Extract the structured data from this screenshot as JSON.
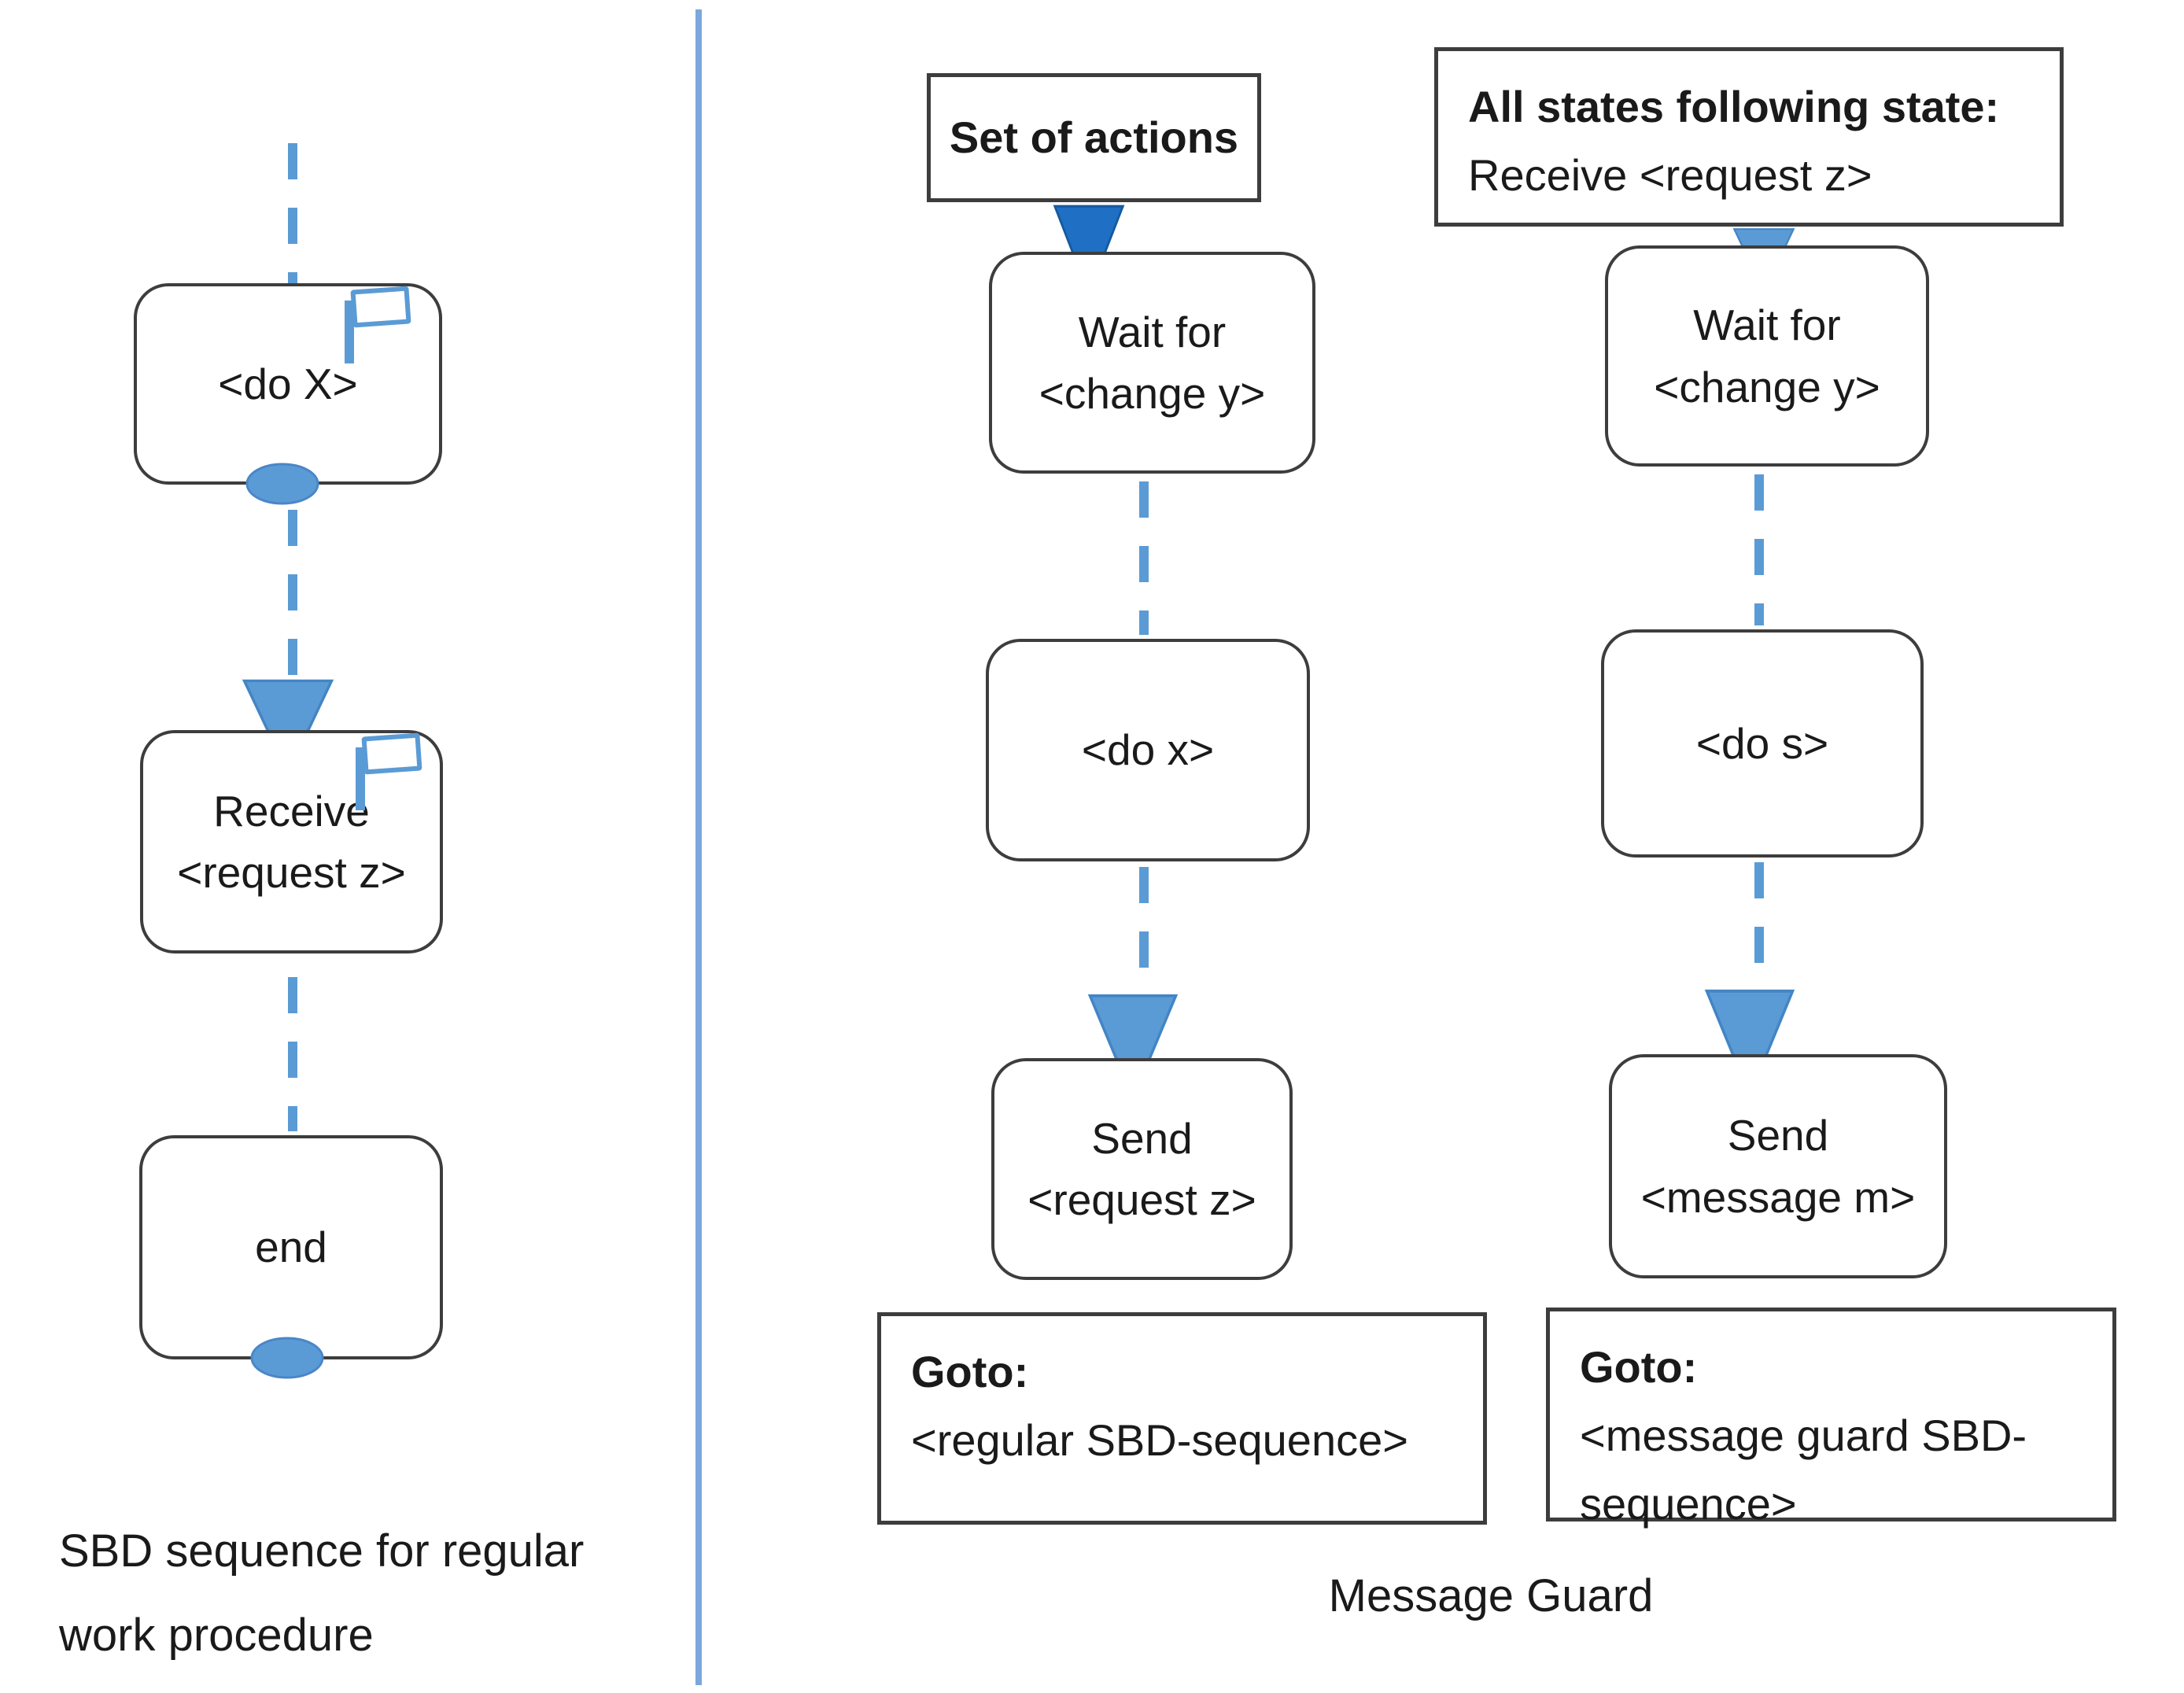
{
  "left": {
    "node_do_x": {
      "line1": "<do X>"
    },
    "node_receive": {
      "line1": "Receive",
      "line2": "<request z>"
    },
    "node_end": {
      "line1": "end"
    },
    "caption_line1": "SBD sequence for regular",
    "caption_line2": "work procedure"
  },
  "right": {
    "label_set_of_actions": "Set of actions",
    "label_all_states_line1": "All states following state:",
    "label_all_states_line2": "Receive <request z>",
    "col1": {
      "wait": {
        "line1": "Wait for",
        "line2": "<change y>"
      },
      "do": {
        "line1": "<do x>"
      },
      "send": {
        "line1": "Send",
        "line2": "<request z>"
      },
      "goto_title": "Goto:",
      "goto_target": "<regular SBD-sequence>"
    },
    "col2": {
      "wait": {
        "line1": "Wait for",
        "line2": "<change y>"
      },
      "do": {
        "line1": "<do s>"
      },
      "send": {
        "line1": "Send",
        "line2": "<message m>"
      },
      "goto_title": "Goto:",
      "goto_target": "<message guard SBD-sequence>"
    },
    "caption": "Message Guard"
  },
  "colors": {
    "accent_light": "#5b9bd5",
    "accent_dark": "#1f6fc4",
    "divider": "#7ba7dc",
    "box_border": "#3d3d3d"
  }
}
